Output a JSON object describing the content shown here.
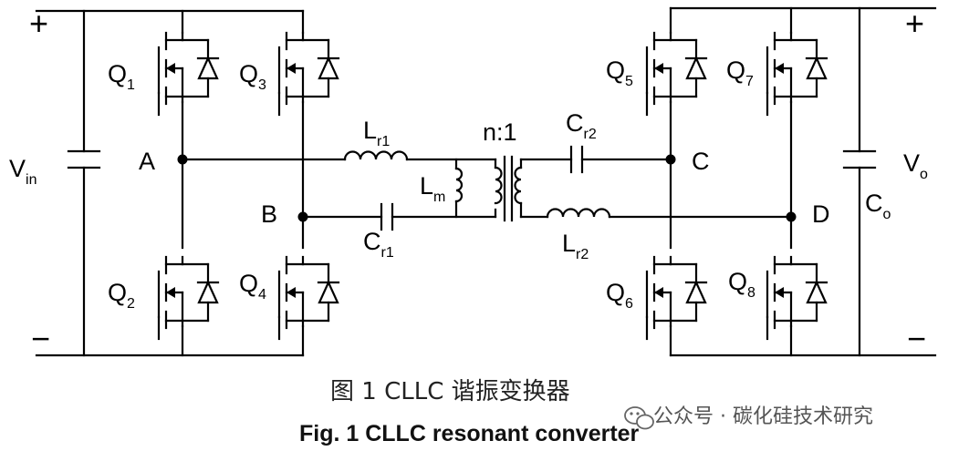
{
  "diagram": {
    "switches": {
      "q1": {
        "base": "Q",
        "sub": "1"
      },
      "q2": {
        "base": "Q",
        "sub": "2"
      },
      "q3": {
        "base": "Q",
        "sub": "3"
      },
      "q4": {
        "base": "Q",
        "sub": "4"
      },
      "q5": {
        "base": "Q",
        "sub": "5"
      },
      "q6": {
        "base": "Q",
        "sub": "6"
      },
      "q7": {
        "base": "Q",
        "sub": "7"
      },
      "q8": {
        "base": "Q",
        "sub": "8"
      }
    },
    "nodes": {
      "a": "A",
      "b": "B",
      "c": "C",
      "d": "D"
    },
    "components": {
      "lr1": {
        "base": "L",
        "sub": "r1"
      },
      "lm": {
        "base": "L",
        "sub": "m"
      },
      "cr1": {
        "base": "C",
        "sub": "r1"
      },
      "cr2": {
        "base": "C",
        "sub": "r2"
      },
      "lr2": {
        "base": "L",
        "sub": "r2"
      },
      "co": {
        "base": "C",
        "sub": "o"
      },
      "transformer_ratio": "n:1"
    },
    "terminals": {
      "vin": {
        "base": "V",
        "sub": "in"
      },
      "vo": {
        "base": "V",
        "sub": "o"
      },
      "plus": "+",
      "minus": "−"
    }
  },
  "caption": {
    "chinese": "图 1  CLLC 谐振变换器",
    "english": "Fig. 1  CLLC resonant converter"
  },
  "watermark": {
    "icon": "wechat-icon",
    "text": "公众号 · 碳化硅技术研究"
  }
}
